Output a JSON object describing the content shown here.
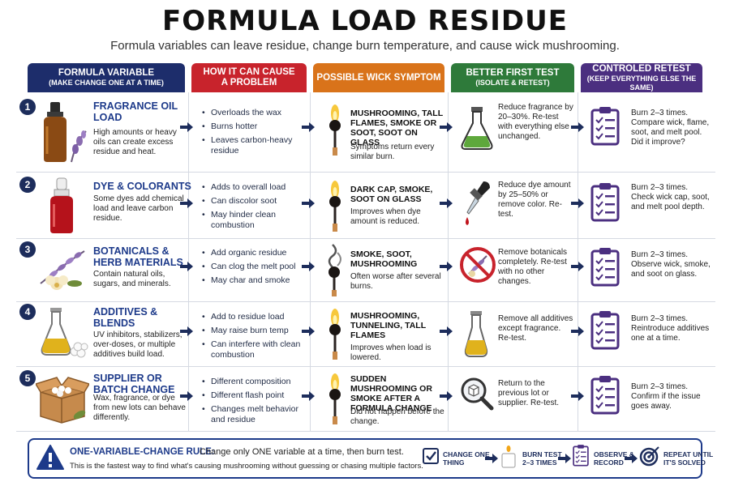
{
  "header": {
    "title": "FORMULA LOAD RESIDUE",
    "subtitle": "Formula variables can leave residue, change burn temperature, and cause wick mushrooming."
  },
  "columns": [
    {
      "line1": "FORMULA VARIABLE",
      "line2": "(MAKE CHANGE ONE AT A TIME)",
      "color": "#1d2d6b"
    },
    {
      "line1": "HOW IT CAN CAUSE",
      "line2": "A PROBLEM",
      "color": "#c8232c"
    },
    {
      "line1": "POSSIBLE WICK SYMPTOM",
      "line2": "",
      "color": "#d9731a"
    },
    {
      "line1": "BETTER FIRST TEST",
      "line2": "(ISOLATE & RETEST)",
      "color": "#2e7a3a"
    },
    {
      "line1": "CONTROLED RETEST",
      "line2": "(KEEP EVERYTHING ELSE THE SAME)",
      "color": "#4b2f80"
    }
  ],
  "rows": [
    {
      "num": "1",
      "name_l1": "FRAGRANCE OIL",
      "name_l2": "LOAD",
      "desc": "High amounts or heavy oils can create excess residue and heat.",
      "icon": "fragrance-bottle-icon",
      "causes": [
        "Overloads the wax",
        "Burns hotter",
        "Leaves carbon-heavy residue"
      ],
      "symptom_title": "MUSHROOMING, TALL FLAMES, SMOKE OR SOOT, SOOT ON GLASS",
      "symptom_note": "Symptoms return every similar burn.",
      "test": "Reduce fragrance by 20–30%. Re-test with everything else unchanged.",
      "test_icon": "flask-icon",
      "retest": "Burn 2–3 times. Compare wick, flame, soot, and melt pool. Did it improve?"
    },
    {
      "num": "2",
      "name_l1": "DYE & COLORANTS",
      "name_l2": "",
      "desc": "Some dyes add chemical load and leave carbon residue.",
      "icon": "dye-bottle-icon",
      "causes": [
        "Adds to overall load",
        "Can discolor soot",
        "May hinder clean combustion"
      ],
      "symptom_title": "DARK CAP, SMOKE, SOOT ON GLASS",
      "symptom_note": "Improves when dye amount is reduced.",
      "test": "Reduce dye amount by 25–50% or remove color. Re-test.",
      "test_icon": "dropper-icon",
      "retest": "Burn 2–3 times. Check wick cap, soot, and melt pool depth."
    },
    {
      "num": "3",
      "name_l1": "BOTANICALS &",
      "name_l2": "HERB MATERIALS",
      "desc": "Contain natural oils, sugars, and minerals.",
      "icon": "botanicals-icon",
      "causes": [
        "Add organic residue",
        "Can clog the melt pool",
        "May char and smoke"
      ],
      "symptom_title": "SMOKE, SOOT, MUSHROOMING",
      "symptom_note": "Often worse after several burns.",
      "test": "Remove botanicals completely. Re-test with no other changes.",
      "test_icon": "no-botanicals-icon",
      "retest": "Burn 2–3 times. Observe wick, smoke, and soot on glass."
    },
    {
      "num": "4",
      "name_l1": "ADDITIVES &",
      "name_l2": "BLENDS",
      "desc": "UV inhibitors, stabilizers, over-doses, or multiple additives build load.",
      "icon": "additives-flask-icon",
      "causes": [
        "Add to residue load",
        "May raise burn temp",
        "Can interfere with clean combustion"
      ],
      "symptom_title": "MUSHROOMING, TUNNELING, TALL FLAMES",
      "symptom_note": "Improves when load is lowered.",
      "test": "Remove all additives except fragrance. Re-test.",
      "test_icon": "beaker-icon",
      "retest": "Burn 2–3 times. Reintroduce additives one at a time."
    },
    {
      "num": "5",
      "name_l1": "SUPPLIER OR",
      "name_l2": "BATCH CHANGE",
      "desc": "Wax, fragrance, or dye from new lots can behave differently.",
      "icon": "box-icon",
      "causes": [
        "Different composition",
        "Different flash point",
        "Changes melt behavior and residue"
      ],
      "symptom_title": "SUDDEN MUSHROOMING OR SMOKE AFTER A FORMULA CHANGE",
      "symptom_note": "Did not happen before the change.",
      "test": "Return to the previous lot or supplier. Re-test.",
      "test_icon": "magnifier-icon",
      "retest": "Burn 2–3 times. Confirm if the issue goes away."
    }
  ],
  "rule": {
    "title": "ONE-VARIABLE-CHANGE RULE:",
    "text": "Change only ONE variable at a time, then burn test.",
    "sub": "This is the fastest way to find what's causing mushrooming without guessing or chasing multiple factors.",
    "steps": [
      {
        "l1": "CHANGE ONE",
        "l2": "THING",
        "icon": "checkbox-icon"
      },
      {
        "l1": "BURN TEST",
        "l2": "2–3 TIMES",
        "icon": "candle-icon"
      },
      {
        "l1": "OBSERVE &",
        "l2": "RECORD",
        "icon": "clipboard-icon"
      },
      {
        "l1": "REPEAT UNTIL",
        "l2": "IT'S SOLVED",
        "icon": "target-icon"
      }
    ]
  }
}
